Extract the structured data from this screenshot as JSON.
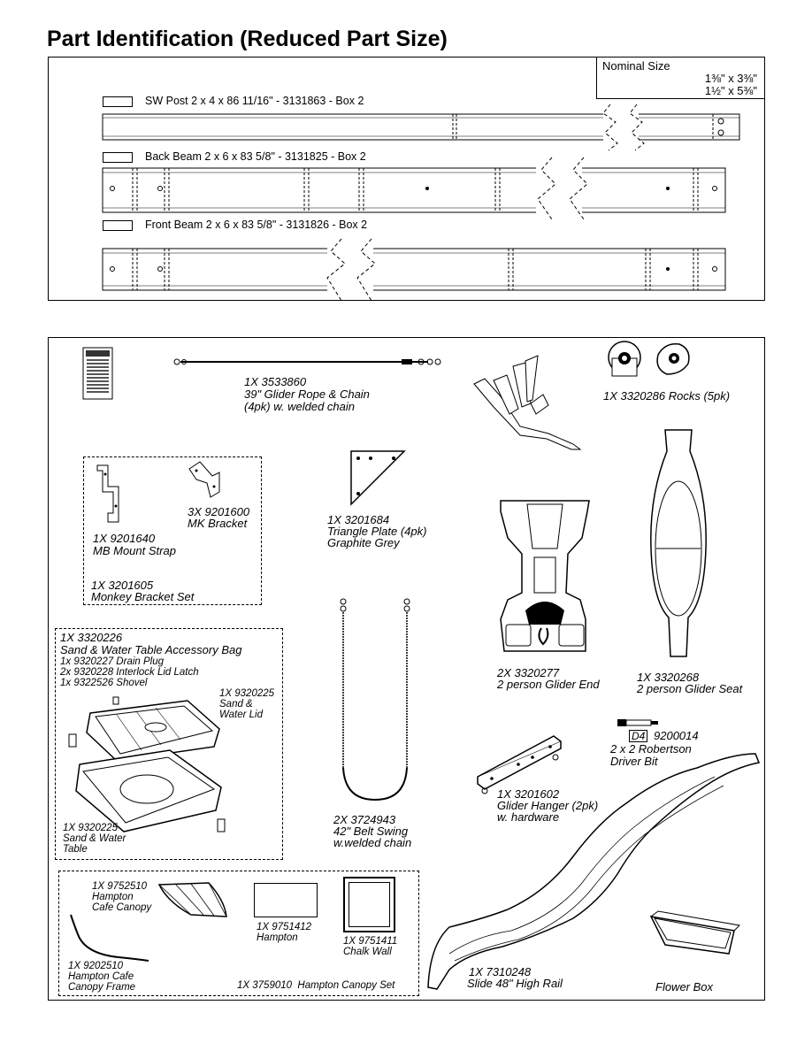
{
  "title": "Part Identification (Reduced Part Size)",
  "nominal": {
    "heading": "Nominal Size",
    "size1": "1⅜\" x 3⅜\"",
    "size2": "1½\" x 5⅜\""
  },
  "lumber": [
    {
      "label": "SW Post  2 x 4 x 86 11/16\" - 3131863 - Box 2"
    },
    {
      "label": "Back Beam  2 x 6 x 83 5/8\" - 3131825 - Box 2"
    },
    {
      "label": "Front Beam  2 x 6 x 83 5/8\" - 3131826 - Box 2"
    }
  ],
  "parts": {
    "rope": {
      "l1": "1X 3533860",
      "l2": "39\" Glider Rope & Chain",
      "l3": "(4pk) w. welded chain"
    },
    "rocks": {
      "l1": "1X 3320286 Rocks (5pk)"
    },
    "mk_bracket": {
      "l1": "3X 9201600",
      "l2": "MK Bracket"
    },
    "mb_strap": {
      "l1": "1X 9201640",
      "l2": "MB Mount Strap"
    },
    "monkey_set": {
      "l1": "1X 3201605",
      "l2": "Monkey Bracket Set"
    },
    "triangle": {
      "l1": "1X 3201684",
      "l2": "Triangle Plate (4pk)",
      "l3": "Graphite Grey"
    },
    "sand_bag": {
      "l1": "1X 3320226",
      "l2": "Sand & Water Table Accessory Bag",
      "l3": "1x 9320227 Drain Plug",
      "l4": "2x 9320228 Interlock Lid Latch",
      "l5": "1x 9322526 Shovel"
    },
    "sand_lid": {
      "l1": "1X 9320225",
      "l2": "Sand &",
      "l3": "Water Lid"
    },
    "sand_table": {
      "l1": "1X 9320225",
      "l2": "Sand & Water",
      "l3": "Table"
    },
    "belt_swing": {
      "l1": "2X 3724943",
      "l2": "42\" Belt Swing",
      "l3": "w.welded chain"
    },
    "glider_end": {
      "l1": "2X 3320277",
      "l2": "2 person Glider End"
    },
    "glider_seat": {
      "l1": "1X 3320268",
      "l2": "2 person Glider Seat"
    },
    "driver_bit": {
      "tag": "D4",
      "l1": "9200014",
      "l2": "2 x 2 Robertson",
      "l3": "Driver Bit"
    },
    "glider_hanger": {
      "l1": "1X 3201602",
      "l2": "Glider Hanger (2pk)",
      "l3": "w. hardware"
    },
    "canopy": {
      "l1": "1X 9752510",
      "l2": "Hampton",
      "l3": "Cafe Canopy"
    },
    "canopy_frame": {
      "l1": "1X 9202510",
      "l2": "Hampton Cafe",
      "l3": "Canopy Frame"
    },
    "hampton": {
      "l1": "1X 9751412",
      "l2": "Hampton"
    },
    "chalk": {
      "l1": "1X 9751411",
      "l2": "Chalk Wall"
    },
    "canopy_set": {
      "l1": "1X 3759010  Hampton Canopy Set"
    },
    "slide": {
      "l1": "1X 7310248",
      "l2": "Slide 48\" High Rail"
    },
    "flower": {
      "l1": "Flower Box"
    }
  }
}
